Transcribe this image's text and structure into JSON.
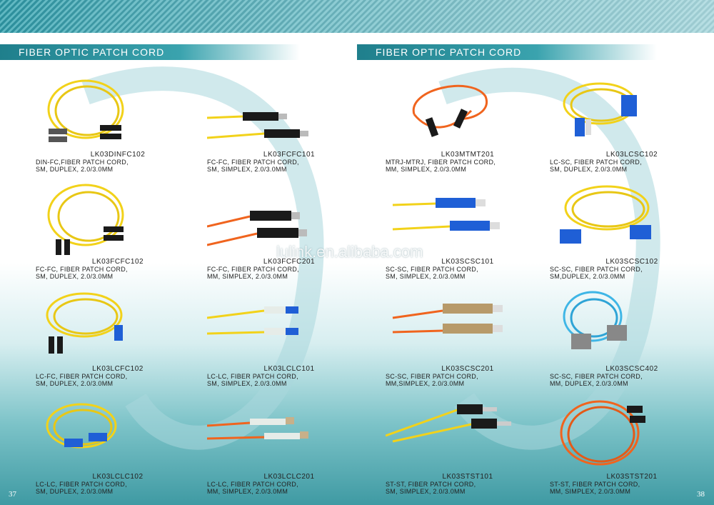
{
  "sections": {
    "left_title": "FIBER OPTIC PATCH CORD",
    "right_title": "FIBER OPTIC PATCH CORD"
  },
  "watermark": "lulink.en.alibaba.com",
  "pages": {
    "left": "37",
    "right": "38"
  },
  "products": [
    {
      "code": "LK03DINFC102",
      "desc": "DIN-FC,FIBER PATCH CORD,\nSM, DUPLEX, 2.0/3.0MM"
    },
    {
      "code": "LK03FCFC101",
      "desc": "FC-FC, FIBER PATCH CORD,\nSM, SIMPLEX, 2.0/3.0MM"
    },
    {
      "code": "LK03MTMT201",
      "desc": "MTRJ-MTRJ, FIBER PATCH CORD,\nMM, SIMPLEX, 2.0/3.0MM"
    },
    {
      "code": "LK03LCSC102",
      "desc": "LC-SC, FIBER PATCH CORD,\nSM, DUPLEX, 2.0/3.0MM"
    },
    {
      "code": "LK03FCFC102",
      "desc": "FC-FC, FIBER PATCH CORD,\nSM, DUPLEX, 2.0/3.0MM"
    },
    {
      "code": "LK03FCFC201",
      "desc": "FC-FC, FIBER PATCH CORD,\nMM, SIMPLEX, 2.0/3.0MM"
    },
    {
      "code": "LK03SCSC101",
      "desc": "SC-SC, FIBER PATCH CORD,\nSM, SIMPLEX, 2.0/3.0MM"
    },
    {
      "code": "LK03SCSC102",
      "desc": "SC-SC, FIBER PATCH CORD,\nSM,DUPLEX, 2.0/3.0MM"
    },
    {
      "code": "LK03LCFC102",
      "desc": "LC-FC, FIBER PATCH CORD,\nSM, DUPLEX, 2.0/3.0MM"
    },
    {
      "code": "LK03LCLC101",
      "desc": "LC-LC, FIBER PATCH CORD,\nSM, SIMPLEX, 2.0/3.0MM"
    },
    {
      "code": "LK03SCSC201",
      "desc": "SC-SC, FIBER PATCH CORD,\nMM,SIMPLEX, 2.0/3.0MM"
    },
    {
      "code": "LK03SCSC402",
      "desc": "SC-SC, FIBER PATCH CORD,\nMM, DUPLEX, 2.0/3.0MM"
    },
    {
      "code": "LK03LCLC102",
      "desc": "LC-LC, FIBER PATCH CORD,\nSM, DUPLEX, 2.0/3.0MM"
    },
    {
      "code": "LK03LCLC201",
      "desc": "LC-LC, FIBER PATCH CORD,\nMM, SIMPLEX, 2.0/3.0MM"
    },
    {
      "code": "LK03STST101",
      "desc": "ST-ST, FIBER PATCH CORD,\nSM, SIMPLEX, 2.0/3.0MM"
    },
    {
      "code": "LK03STST201",
      "desc": "ST-ST, FIBER PATCH CORD,\nMM, SIMPLEX, 2.0/3.0MM"
    }
  ],
  "colors": {
    "sm_cable": "#f2d21a",
    "mm_cable": "#f0641e",
    "aqua_cable": "#3fb6e6",
    "connector_blue": "#1f5fd6",
    "connector_black": "#1a1a1a",
    "accent": "#2c8f9c"
  }
}
